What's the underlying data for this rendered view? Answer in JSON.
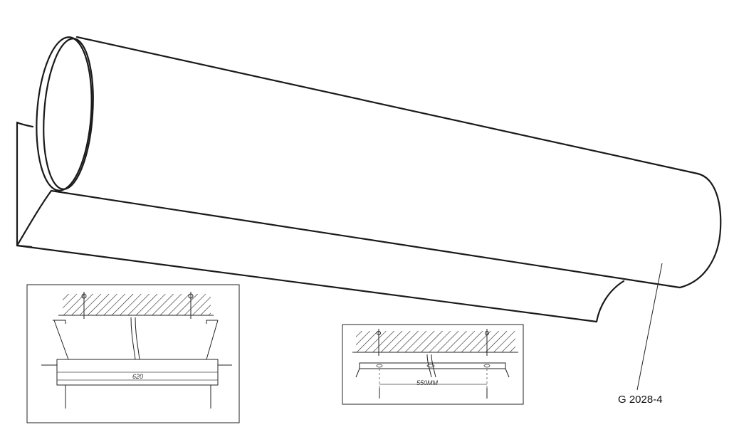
{
  "model_label": "G 2028-4",
  "detail_left": {
    "dimension": "620"
  },
  "detail_right": {
    "dimension": "550MM"
  }
}
